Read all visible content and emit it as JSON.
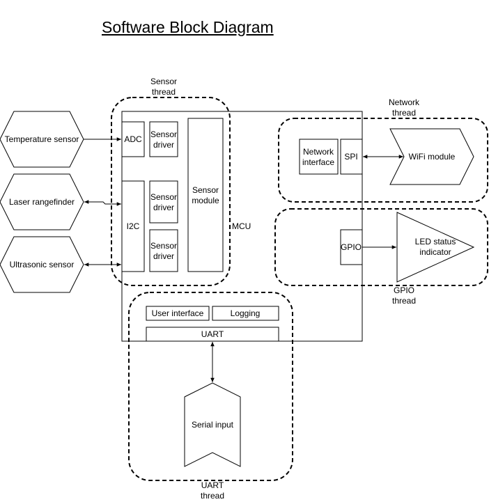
{
  "title": "Software Block Diagram",
  "mcu": "MCU",
  "threads": {
    "sensor": [
      "Sensor",
      "thread"
    ],
    "network": [
      "Network",
      "thread"
    ],
    "gpio": [
      "GPIO",
      "thread"
    ],
    "uart": [
      "UART",
      "thread"
    ]
  },
  "sensors": {
    "temperature": "Temperature sensor",
    "laser": "Laser rangefinder",
    "ultrasonic": "Ultrasonic sensor"
  },
  "blocks": {
    "adc": "ADC",
    "i2c": "I2C",
    "sensor_driver_1": [
      "Sensor",
      "driver"
    ],
    "sensor_driver_2": [
      "Sensor",
      "driver"
    ],
    "sensor_driver_3": [
      "Sensor",
      "driver"
    ],
    "sensor_module": [
      "Sensor",
      "module"
    ],
    "network_interface": [
      "Network",
      "interface"
    ],
    "spi": "SPI",
    "wifi_module": "WiFi module",
    "gpio": "GPIO",
    "led_status": [
      "LED status",
      "indicator"
    ],
    "user_interface": "User interface",
    "logging": "Logging",
    "uart": "UART",
    "serial_input": "Serial input"
  }
}
